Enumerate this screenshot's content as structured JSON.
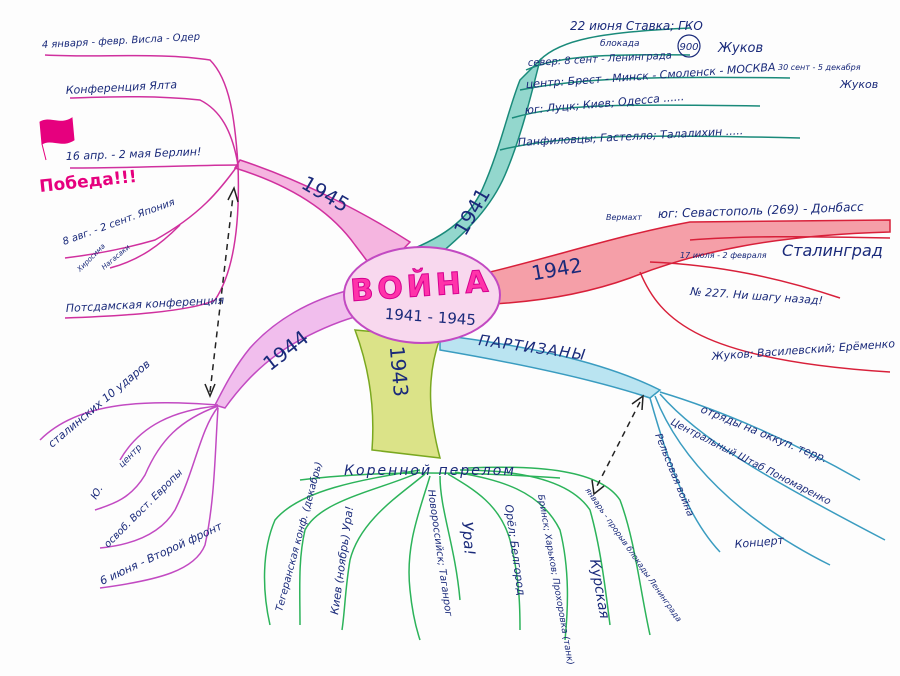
{
  "center": {
    "title": "ВОЙНА",
    "years": "1941 - 1945"
  },
  "branches": {
    "b1941": {
      "year": "1941",
      "items": [
        "22 июня Ставка; ГКО",
        "блокада",
        "север: 8 сент - Ленинграда",
        "900",
        "Жуков",
        "центр: Брест - Минск - Смоленск - МОСКВА",
        "30 сент - 5 декабря",
        "Жуков",
        "юг: Луцк; Киев; Одесса ......",
        "Панфиловцы; Гастелло; Талалихин ....."
      ]
    },
    "b1942": {
      "year": "1942",
      "items": [
        "Вермахт",
        "юг: Севастополь (269) - Донбасс",
        "17 июля - 2 февраля",
        "Сталинград",
        "№ 227. Ни шагу назад!",
        "Жуков; Василевский; Ерёменко"
      ]
    },
    "b1943": {
      "year": "1943",
      "title": "Коренной перелом",
      "items": [
        "Тегеранская конф. (декабрь)",
        "Киев (ноябрь) Ура!",
        "Новороссийск; Таганрог",
        "Ура!",
        "Орёл; Белгород",
        "Бринск; Харьков; Прохоровка (танк)",
        "Курская",
        "январь - прорыв блокады Ленинграда"
      ]
    },
    "partisans": {
      "title": "ПАРТИЗАНЫ",
      "items": [
        "отряды на оккуп. терр.",
        "Центральный Штаб Пономаренко",
        "Рельсовая война",
        "Концерт"
      ]
    },
    "b1944": {
      "year": "1944",
      "items": [
        "сталинских 10 ударов",
        "Ю.",
        "центр",
        "освоб. Вост. Европы",
        "6 июня - Второй фронт"
      ]
    },
    "b1945": {
      "year": "1945",
      "items": [
        "4 января - февр. Висла - Одер",
        "Конференция Ялта",
        "16 апр. - 2 мая Берлин!",
        "Победа!!!",
        "8 авг. - 2 сент. Япония",
        "Хиросима",
        "Нагасаки",
        "Потсдамская конференция"
      ]
    }
  },
  "colors": {
    "b1941": "#2aa89a",
    "b1942": "#ee4055",
    "b1943": "#c8d25a",
    "b1943_roots": "#2cb35a",
    "partisans": "#6fc3dd",
    "b1944": "#e05ad2",
    "b1945": "#e64bb0",
    "ink": "#1a2a7a",
    "victory": "#e6007e"
  }
}
